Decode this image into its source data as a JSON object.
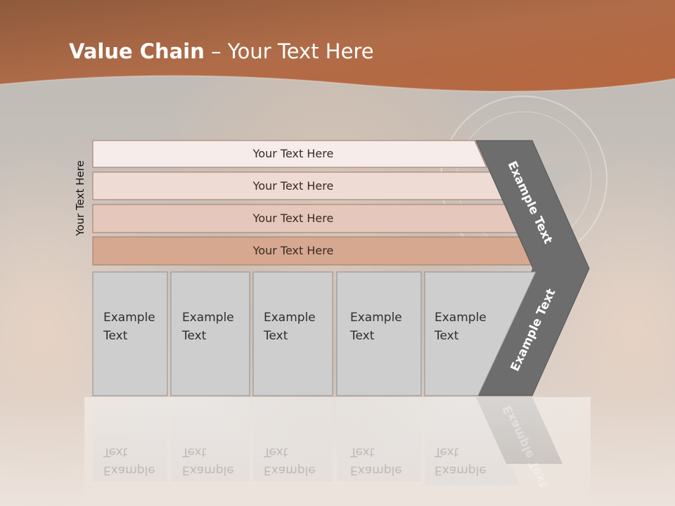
{
  "title": {
    "bold": "Value Chain",
    "rest": " – Your Text Here"
  },
  "side_label": "Your Text Here",
  "bars": [
    {
      "label": "Your Text Here"
    },
    {
      "label": "Your Text Here"
    },
    {
      "label": "Your Text Here"
    },
    {
      "label": "Your Text Here"
    }
  ],
  "boxes": [
    {
      "line1": "Example",
      "line2": "Text"
    },
    {
      "line1": "Example",
      "line2": "Text"
    },
    {
      "line1": "Example",
      "line2": "Text"
    },
    {
      "line1": "Example",
      "line2": "Text"
    },
    {
      "line1": "Example",
      "line2": "Text"
    }
  ],
  "chevron": {
    "upper_label": "Example Text",
    "lower_label": "Example Text"
  },
  "colors": {
    "header": "#b46a45",
    "bar_1": "#f6ecea",
    "bar_2": "#eedcd4",
    "bar_3": "#e5c8bb",
    "bar_4": "#d6a88f",
    "box": "#cecece",
    "chevron": "#6d6d6d"
  }
}
